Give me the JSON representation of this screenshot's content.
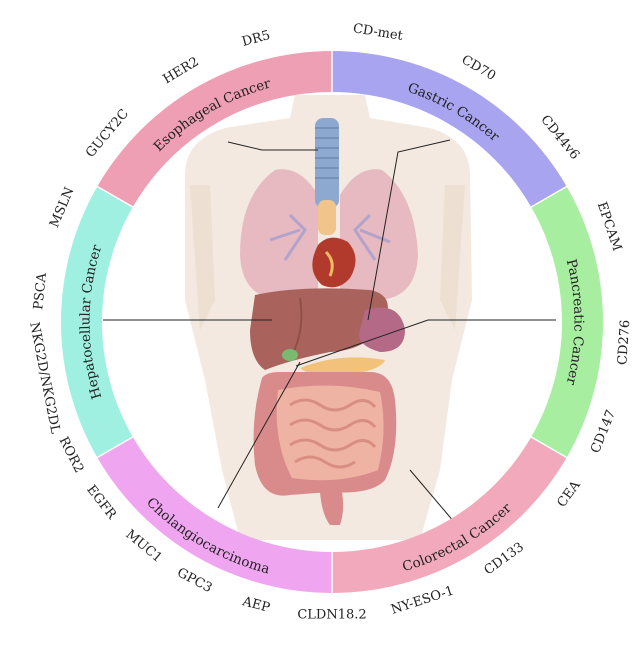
{
  "segments": [
    {
      "id": "esophageal",
      "label": "Esophageal Cancer",
      "color": "#ef9fb4",
      "start": -60,
      "end": 0,
      "text_dir": "cw"
    },
    {
      "id": "gastric",
      "label": "Gastric Cancer",
      "color": "#a9a4ef",
      "start": 0,
      "end": 60,
      "text_dir": "cw"
    },
    {
      "id": "pancreatic",
      "label": "Pancreatic Cancer",
      "color": "#a8eea0",
      "start": 60,
      "end": 120,
      "text_dir": "cw"
    },
    {
      "id": "colorectal",
      "label": "Colorectal Cancer",
      "color": "#f2a9bb",
      "start": 120,
      "end": 180,
      "text_dir": "ccw"
    },
    {
      "id": "cholangio",
      "label": "Cholangiocarcinoma",
      "color": "#efa5ef",
      "start": 180,
      "end": 240,
      "text_dir": "ccw"
    },
    {
      "id": "hepatocellular",
      "label": "Hepatocellular Cancer",
      "color": "#9ff0e0",
      "start": 240,
      "end": 300,
      "text_dir": "cw"
    }
  ],
  "markers": [
    {
      "label": "DR5",
      "angle": -15
    },
    {
      "label": "CD-met",
      "angle": 9
    },
    {
      "label": "CD70",
      "angle": 30
    },
    {
      "label": "CD44v6",
      "angle": 51
    },
    {
      "label": "EPCAM",
      "angle": 71
    },
    {
      "label": "CD276",
      "angle": 94
    },
    {
      "label": "CD147",
      "angle": 112
    },
    {
      "label": "CEA",
      "angle": 126
    },
    {
      "label": "CD133",
      "angle": 144
    },
    {
      "label": "NY-ESO-1",
      "angle": 162
    },
    {
      "label": "CLDN18.2",
      "angle": 180
    },
    {
      "label": "AEP",
      "angle": 195
    },
    {
      "label": "GPC3",
      "angle": 208
    },
    {
      "label": "MUC1",
      "angle": 220
    },
    {
      "label": "EGFR",
      "angle": 232
    },
    {
      "label": "ROR2",
      "angle": 243
    },
    {
      "label": "NKG2D/NKG2DL",
      "angle": 259
    },
    {
      "label": "PSCA",
      "angle": 276
    },
    {
      "label": "MSLN",
      "angle": 293
    },
    {
      "label": "GUCY2C",
      "angle": 310
    },
    {
      "label": "HER2",
      "angle": 329
    }
  ]
}
